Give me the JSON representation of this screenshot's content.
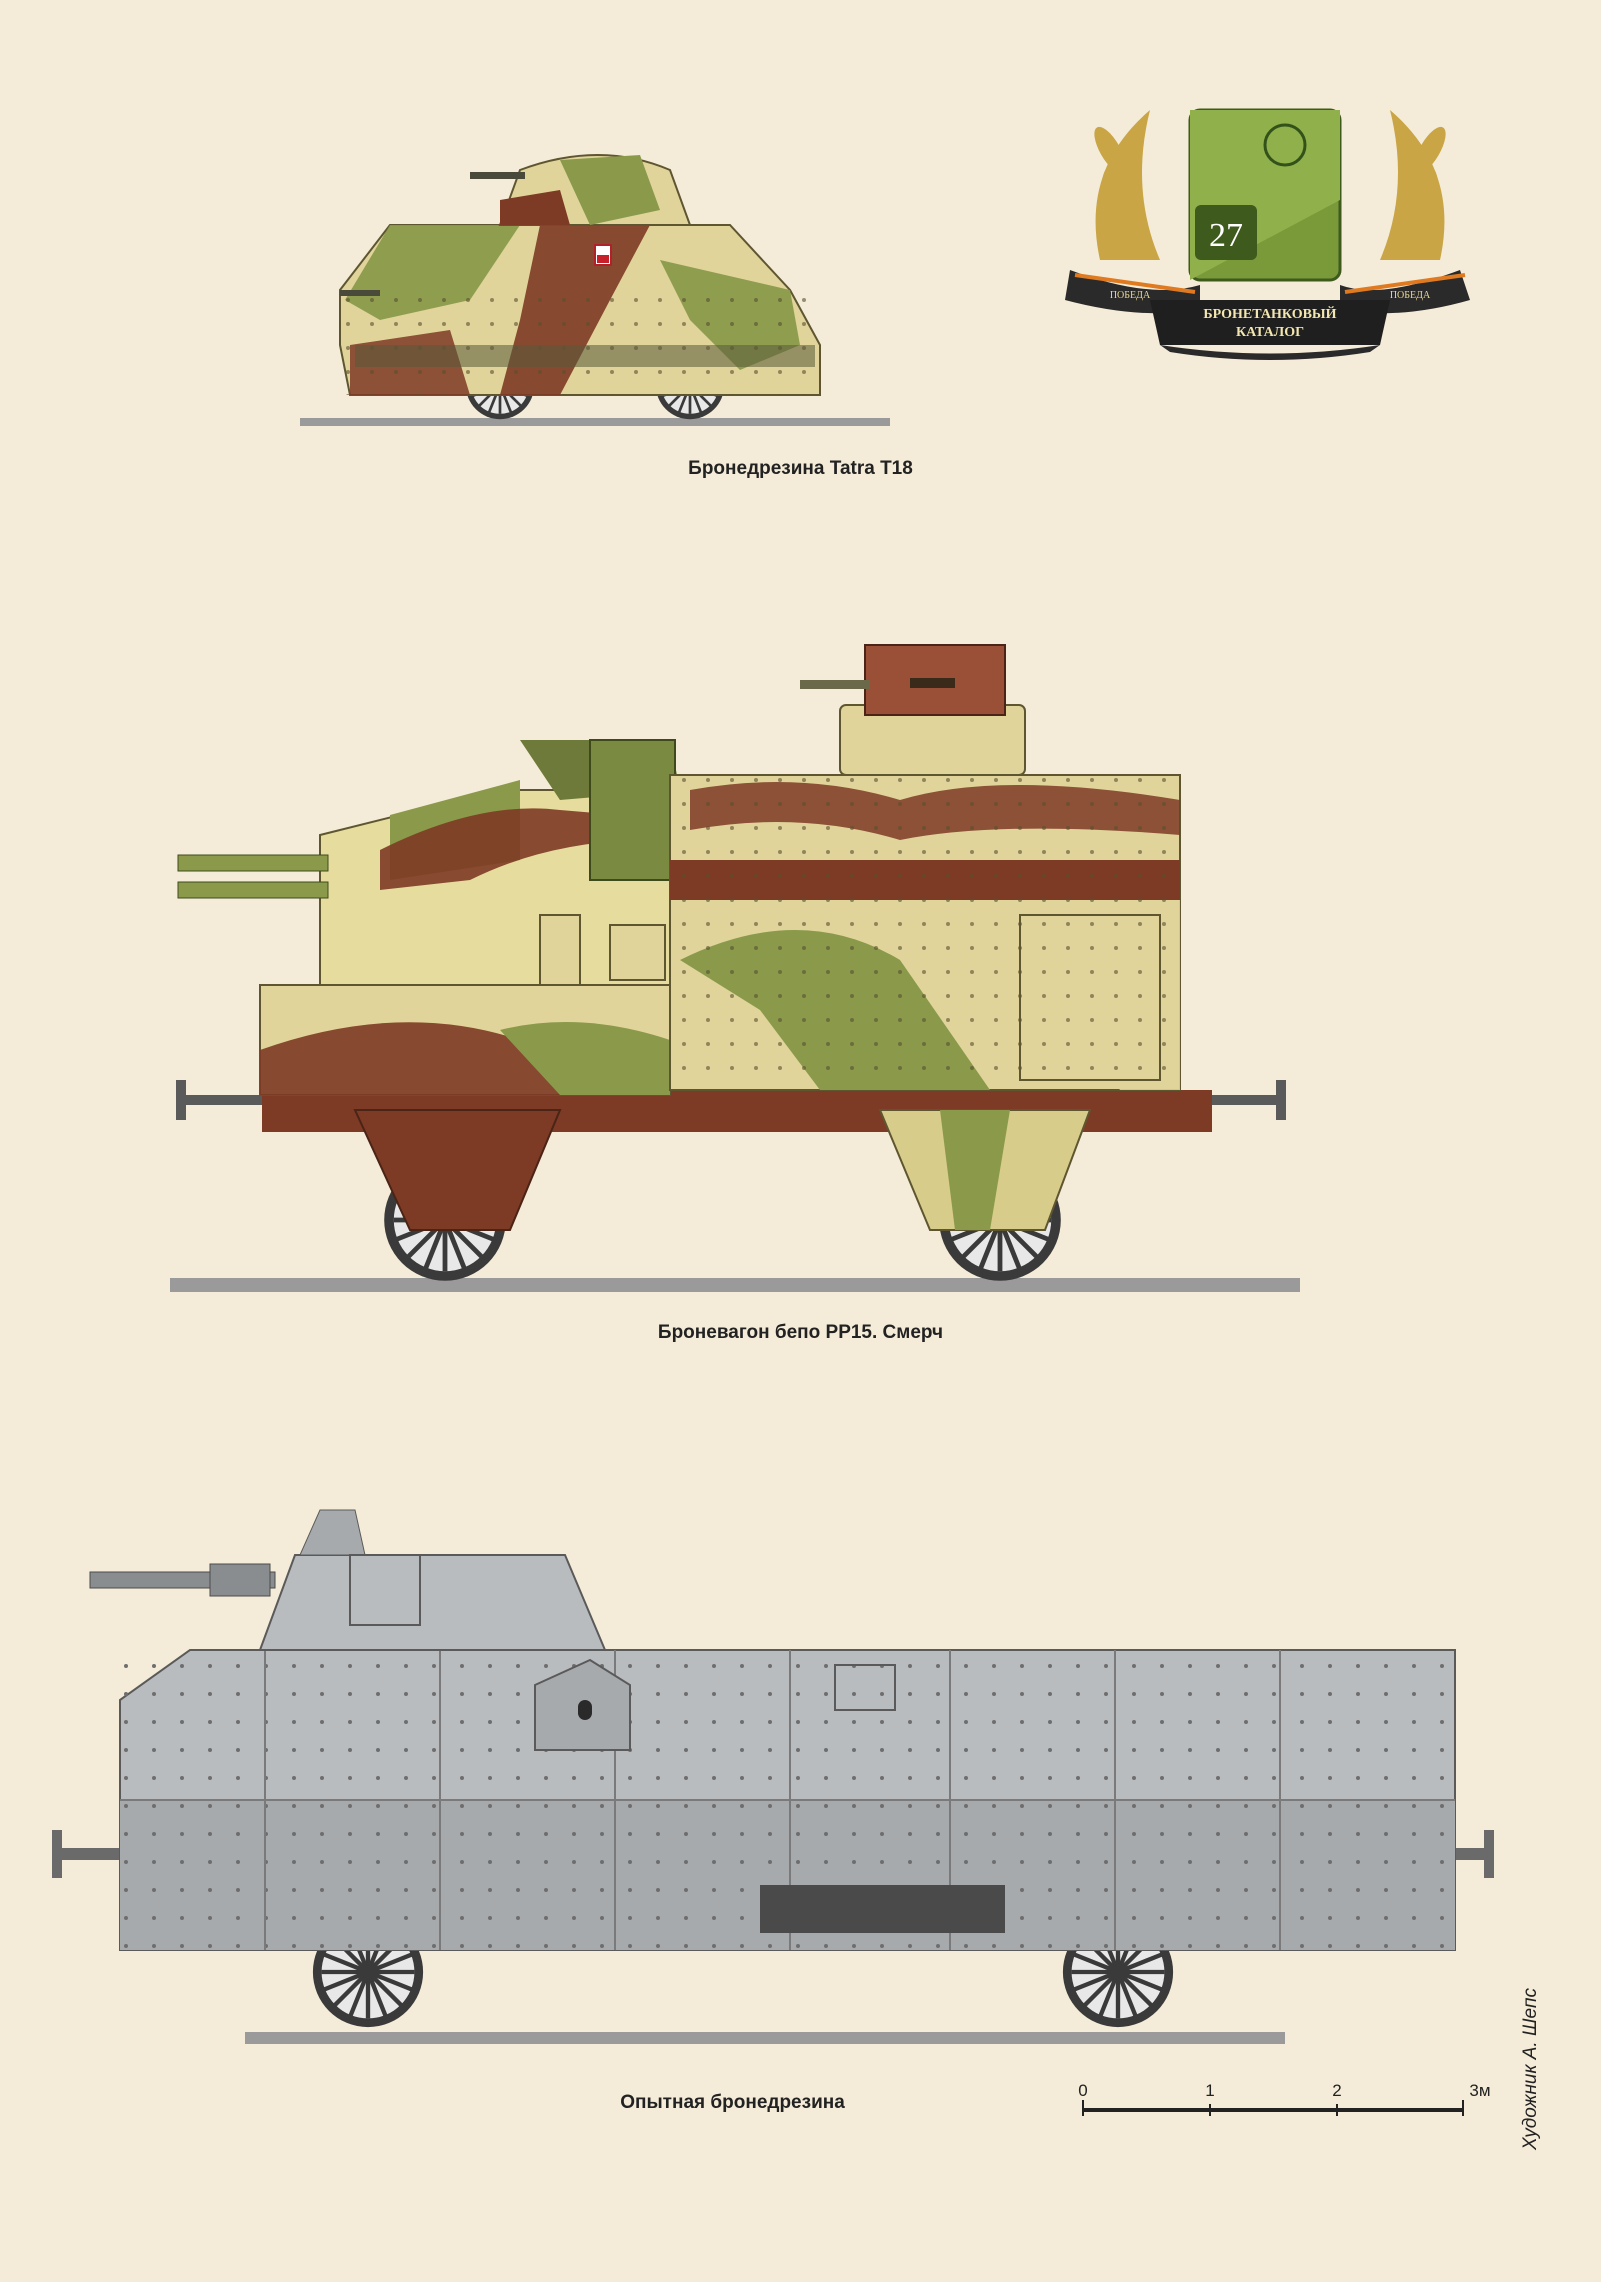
{
  "logo": {
    "issue_number": "27",
    "title_line1": "БРОНЕТАНКОВЫЙ",
    "title_line2": "КАТАЛОГ",
    "ribbon_left": "ПОБЕДА",
    "ribbon_right": "ПОБЕДА"
  },
  "captions": {
    "vehicle1": "Бронедрезина Tatra T18",
    "vehicle2": "Броневагон бепо PP15. Смерч",
    "vehicle3": "Опытная бронедрезина"
  },
  "scale": {
    "tick_labels": [
      "0",
      "1",
      "2",
      "3м"
    ]
  },
  "artist_credit": "Художник  А. Шепс",
  "colors": {
    "background": "#f4ecd8",
    "camo_sand": "#e0d49a",
    "camo_green": "#8a9a4a",
    "camo_brown": "#7d3a24",
    "steel_grey": "#b9bcbf",
    "rail": "#9a9a9a"
  }
}
